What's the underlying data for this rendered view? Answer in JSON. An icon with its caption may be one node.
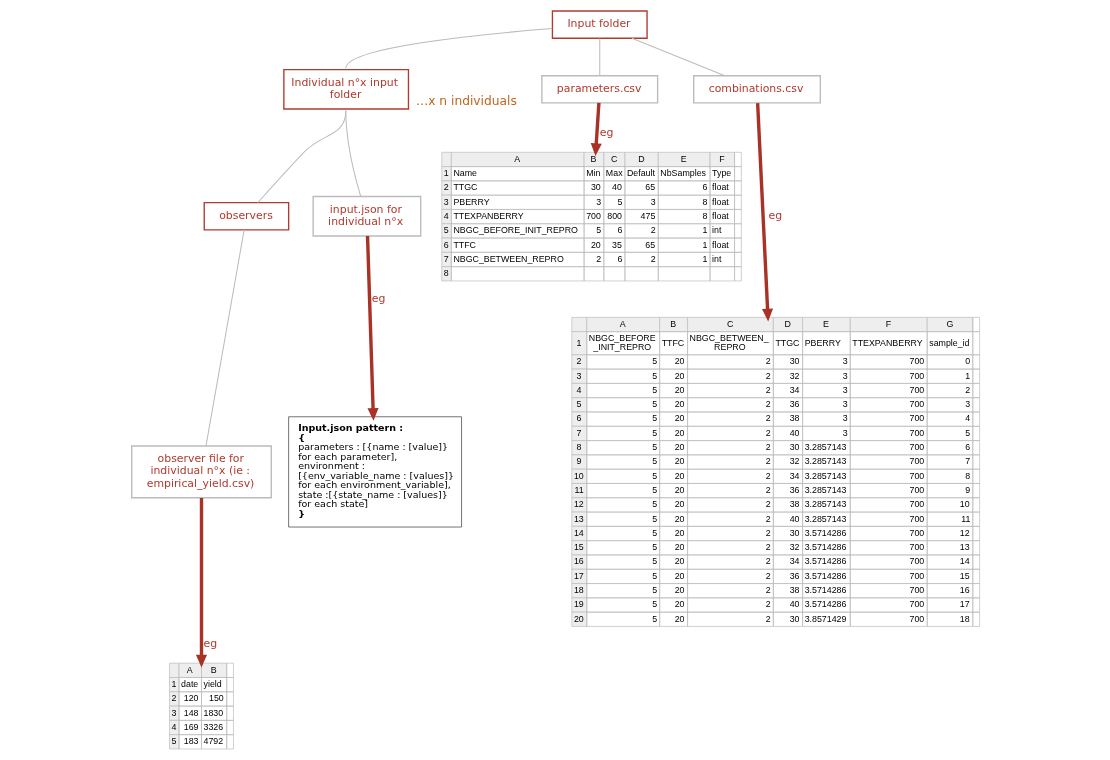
{
  "diagram": {
    "nodes": [
      {
        "text": [
          "Input folder"
        ]
      },
      {
        "text": [
          "Individual n°x input folder"
        ],
        "beside": [
          "…x n individuals"
        ]
      },
      {
        "text": [
          "parameters.csv"
        ]
      },
      {
        "text": [
          "combinations.csv"
        ]
      },
      {
        "text": [
          "observers"
        ]
      },
      {
        "text": [
          "input.json for individual n°x"
        ]
      },
      {
        "text": [
          "observer file for individual n°x (ie : empirical_yield.csv)"
        ]
      },
      {
        "text": [
          "A",
          "B",
          "C",
          "D",
          "E",
          "F",
          "1",
          "Name",
          "Min",
          "Max",
          "Default",
          "NbSamples",
          "Type",
          "2",
          "TTGC",
          "30",
          "40",
          "65",
          "6",
          "float",
          "3",
          "PBERRY",
          "3",
          "5",
          "3",
          "8",
          "float",
          "4",
          "TTEXPANBERRY",
          "700",
          "800",
          "475",
          "8",
          "float",
          "5",
          "NBGC_BEFORE_INIT_REPRO",
          "5",
          "6",
          "2",
          "1",
          "int",
          "6",
          "TTFC",
          "20",
          "35",
          "65",
          "1",
          "float",
          "7",
          "NBGC_BETWEEN_REPRO",
          "2",
          "6",
          "2",
          "1",
          "int",
          "8"
        ]
      },
      {
        "text": [
          "Input.json pattern :",
          "{",
          "parameters : [{name : [value]} for each parameter],",
          "environment : [{env_variable_name : [values]} for each environment_variable],",
          "state :[{state_name : [values]} for each state]",
          "}"
        ]
      },
      {
        "text": [
          "A",
          "B",
          "C",
          "D",
          "E",
          "F",
          "G",
          "1",
          "NBGC_BEFORE _INIT_REPRO",
          "TTFC",
          "NBGC_BETWEEN_ REPRO",
          "TTGC",
          "PBERRY",
          "TTEXPANBERRY",
          "sample_id",
          "2",
          "5",
          "20",
          "2",
          "30",
          "3",
          "700",
          "0",
          "3",
          "5",
          "20",
          "2",
          "32",
          "3",
          "700",
          "1",
          "4",
          "5",
          "20",
          "2",
          "34",
          "3",
          "700",
          "2",
          "5",
          "5",
          "20",
          "2",
          "36",
          "3",
          "700",
          "3",
          "6",
          "5",
          "20",
          "2",
          "38",
          "3",
          "700",
          "4",
          "7",
          "5",
          "20",
          "2",
          "40",
          "3",
          "700",
          "5",
          "8",
          "5",
          "20",
          "2",
          "30",
          "3.2857143",
          "700",
          "6",
          "9",
          "5",
          "20",
          "2",
          "32",
          "3.2857143",
          "700",
          "7",
          "10",
          "5",
          "20",
          "2",
          "34",
          "3.2857143",
          "700",
          "8",
          "11",
          "5",
          "20",
          "2",
          "36",
          "3.2857143",
          "700",
          "9",
          "12",
          "5",
          "20",
          "2",
          "38",
          "3.2857143",
          "700",
          "10",
          "13",
          "5",
          "20",
          "2",
          "40",
          "3.2857143",
          "700",
          "11",
          "14",
          "5",
          "20",
          "2",
          "30",
          "3.5714286",
          "700",
          "12",
          "15",
          "5",
          "20",
          "2",
          "32",
          "3.5714286",
          "700",
          "13",
          "16",
          "5",
          "20",
          "2",
          "34",
          "3.5714286",
          "700",
          "14",
          "17",
          "5",
          "20",
          "2",
          "36",
          "3.5714286",
          "700",
          "15",
          "18",
          "5",
          "20",
          "2",
          "38",
          "3.5714286",
          "700",
          "16",
          "19",
          "5",
          "20",
          "2",
          "40",
          "3.5714286",
          "700",
          "17",
          "20",
          "5",
          "20",
          "2",
          "30",
          "3.8571429",
          "700",
          "18"
        ]
      },
      {
        "text": [
          "A",
          "B",
          "1",
          "date",
          "yield",
          "2",
          "120",
          "150",
          "3",
          "148",
          "1830",
          "4",
          "169",
          "3326",
          "5",
          "183",
          "4792"
        ]
      }
    ],
    "edges": [
      {
        "from": 0,
        "to": 1,
        "arrow": "none"
      },
      {
        "from": 0,
        "to": 2,
        "arrow": "none"
      },
      {
        "from": 0,
        "to": 3,
        "arrow": "none"
      },
      {
        "from": 1,
        "to": 4,
        "arrow": "none"
      },
      {
        "from": 1,
        "to": 5,
        "arrow": "none"
      },
      {
        "from": 4,
        "to": 6,
        "arrow": "none"
      },
      {
        "from": 2,
        "to": 7,
        "arrow": "to",
        "label": "eg",
        "style": "thick",
        "color": "#a93226"
      },
      {
        "from": 5,
        "to": 8,
        "arrow": "to",
        "label": "eg",
        "style": "thick",
        "color": "#a93226"
      },
      {
        "from": 3,
        "to": 9,
        "arrow": "to",
        "label": "eg",
        "style": "thick",
        "color": "#a93226"
      },
      {
        "from": 6,
        "to": 10,
        "arrow": "to",
        "label": "eg",
        "style": "thick",
        "color": "#a93226"
      }
    ]
  }
}
